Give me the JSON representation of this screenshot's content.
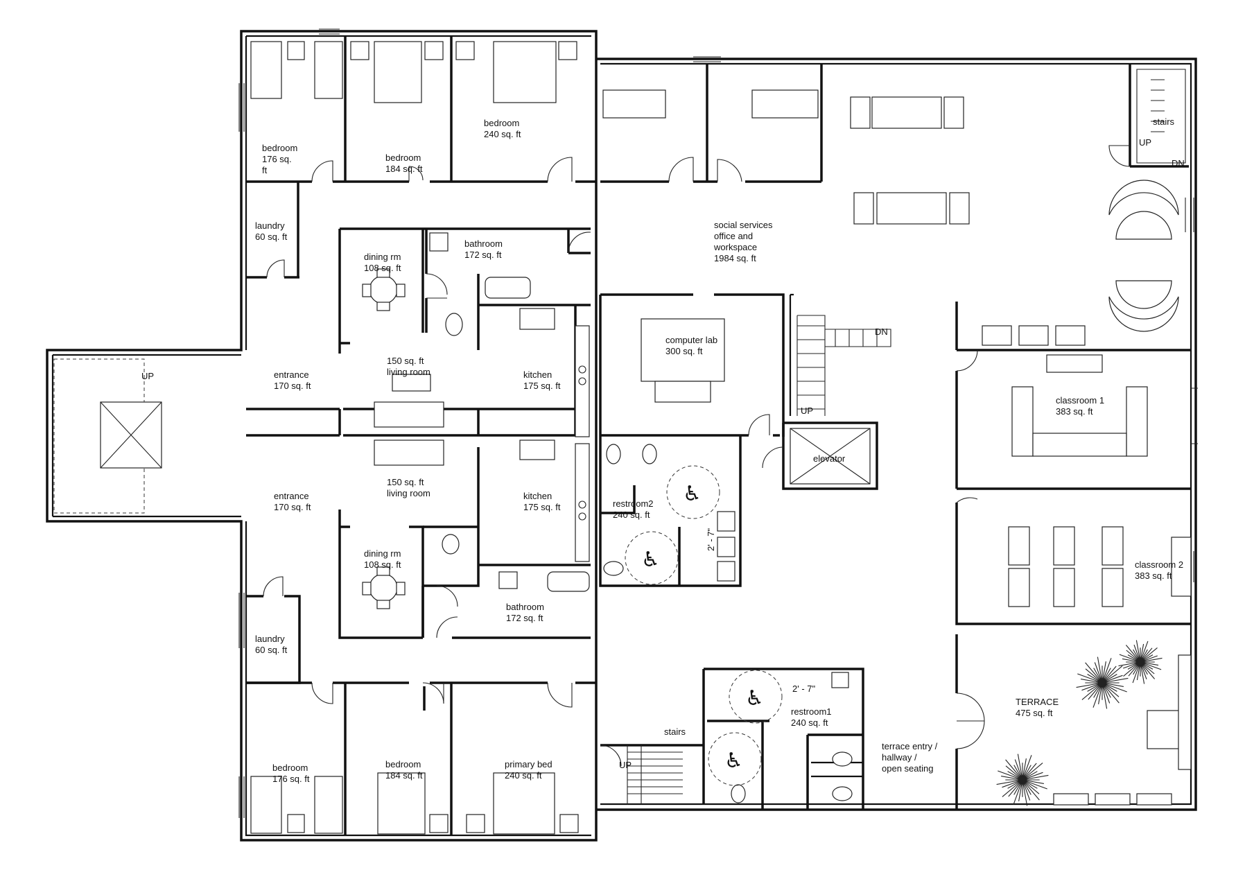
{
  "rooms": {
    "bedroom_nw1": {
      "name": "bedroom",
      "area": "176 sq.",
      "area2": "ft"
    },
    "bedroom_nw2": {
      "name": "bedroom",
      "area": "184 sq. ft"
    },
    "bedroom_nw3": {
      "name": "bedroom",
      "area": "240 sq. ft"
    },
    "laundry_n": {
      "name": "laundry",
      "area": "60 sq. ft"
    },
    "dining_n": {
      "name": "dining rm",
      "area": "108 sq. ft"
    },
    "bathroom_n": {
      "name": "bathroom",
      "area": "172 sq. ft"
    },
    "entrance_n": {
      "name": "entrance",
      "area": "170 sq. ft"
    },
    "living_n": {
      "name": "living room",
      "area": "150 sq. ft"
    },
    "kitchen_n": {
      "name": "kitchen",
      "area": "175 sq. ft"
    },
    "entrance_s": {
      "name": "entrance",
      "area": "170 sq. ft"
    },
    "living_s": {
      "name": "living room",
      "area": "150 sq. ft"
    },
    "kitchen_s": {
      "name": "kitchen",
      "area": "175 sq. ft"
    },
    "dining_s": {
      "name": "dining rm",
      "area": "108 sq. ft"
    },
    "bathroom_s": {
      "name": "bathroom",
      "area": "172 sq. ft"
    },
    "laundry_s": {
      "name": "laundry",
      "area": "60 sq. ft"
    },
    "bedroom_sw1": {
      "name": "bedroom",
      "area": "176 sq. ft"
    },
    "bedroom_sw2": {
      "name": "bedroom",
      "area": "184 sq. ft"
    },
    "primary_bed": {
      "name": "primary bed",
      "area": "240 sq. ft"
    },
    "social": {
      "line1": "social services",
      "line2": "office and",
      "line3": "workspace",
      "area": "1984 sq. ft"
    },
    "stairs_ne": {
      "name": "stairs",
      "up": "UP",
      "dn": "DN"
    },
    "computer_lab": {
      "name": "computer lab",
      "area": "300 sq. ft"
    },
    "main_stair": {
      "dn": "DN",
      "up": "UP"
    },
    "elevator": {
      "name": "elevator"
    },
    "restroom2": {
      "name": "restroom2",
      "area": "240 sq. ft",
      "dim": "2' - 7\""
    },
    "classroom1": {
      "name": "classroom 1",
      "area": "383 sq. ft"
    },
    "classroom2": {
      "name": "classroom 2",
      "area": "383 sq. ft"
    },
    "restroom1": {
      "name": "restroom1",
      "area": "240 sq. ft",
      "dim": "2' - 7\""
    },
    "stairs_s": {
      "name": "stairs",
      "up": "UP"
    },
    "terrace_entry": {
      "line1": "terrace entry /",
      "line2": "hallway /",
      "line3": "open seating"
    },
    "terrace": {
      "name": "TERRACE",
      "area": "475 sq. ft"
    },
    "west_stair": {
      "up": "UP"
    }
  }
}
